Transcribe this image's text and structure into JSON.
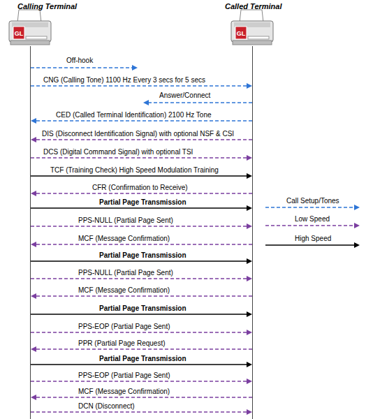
{
  "diagram": {
    "nodes": [
      {
        "text": [
          "Calling Terminal"
        ]
      },
      {
        "text": [
          "Called Terminal"
        ]
      }
    ],
    "edges": [
      {
        "from": 0,
        "to": 1,
        "arrow": "to",
        "label": "CNG (Calling Tone) 1100 Hz Every 3 secs for 5 secs"
      },
      {
        "from": 1,
        "to": 0,
        "arrow": "to",
        "label": "CED (Called Terminal Identification) 2100 Hz Tone"
      },
      {
        "from": 1,
        "to": 0,
        "arrow": "to",
        "label": "DIS (Disconnect Identification Signal) with optional NSF & CSI"
      },
      {
        "from": 0,
        "to": 1,
        "arrow": "to",
        "label": "DCS (Digital Command Signal) with optional TSI"
      },
      {
        "from": 0,
        "to": 1,
        "arrow": "to",
        "label": "TCF (Training Check) High Speed Modulation Training"
      },
      {
        "from": 1,
        "to": 0,
        "arrow": "to",
        "label": "CFR (Confirmation to Receive)"
      },
      {
        "from": 0,
        "to": 1,
        "arrow": "to",
        "label": "Partial Page Transmission"
      },
      {
        "from": 0,
        "to": 1,
        "arrow": "to",
        "label": "PPS-NULL (Partial Page Sent)"
      },
      {
        "from": 1,
        "to": 0,
        "arrow": "to",
        "label": "MCF (Message Confirmation)"
      },
      {
        "from": 0,
        "to": 1,
        "arrow": "to",
        "label": "Partial Page Transmission"
      },
      {
        "from": 0,
        "to": 1,
        "arrow": "to",
        "label": "PPS-NULL (Partial Page Sent)"
      },
      {
        "from": 1,
        "to": 0,
        "arrow": "to",
        "label": "MCF (Message Confirmation)"
      },
      {
        "from": 0,
        "to": 1,
        "arrow": "to",
        "label": "Partial Page Transmission"
      },
      {
        "from": 0,
        "to": 1,
        "arrow": "to",
        "label": "PPS-EOP (Partial Page Sent)"
      },
      {
        "from": 1,
        "to": 0,
        "arrow": "to",
        "label": "PPR (Partial Page Request)"
      },
      {
        "from": 0,
        "to": 1,
        "arrow": "to",
        "label": "Partial Page Transmission"
      },
      {
        "from": 0,
        "to": 1,
        "arrow": "to",
        "label": "PPS-EOP (Partial Page Sent)"
      },
      {
        "from": 1,
        "to": 0,
        "arrow": "to",
        "label": "MCF (Message Confirmation)"
      },
      {
        "from": 0,
        "to": 1,
        "arrow": "to",
        "label": "DCN (Disconnect)"
      }
    ],
    "labels": [
      "GL",
      "GL",
      "Off-hook",
      "Answer/Connect"
    ],
    "legend": [
      {
        "text": "Call Setup/Tones"
      },
      {
        "text": "Low Speed"
      },
      {
        "text": "High Speed"
      }
    ]
  }
}
